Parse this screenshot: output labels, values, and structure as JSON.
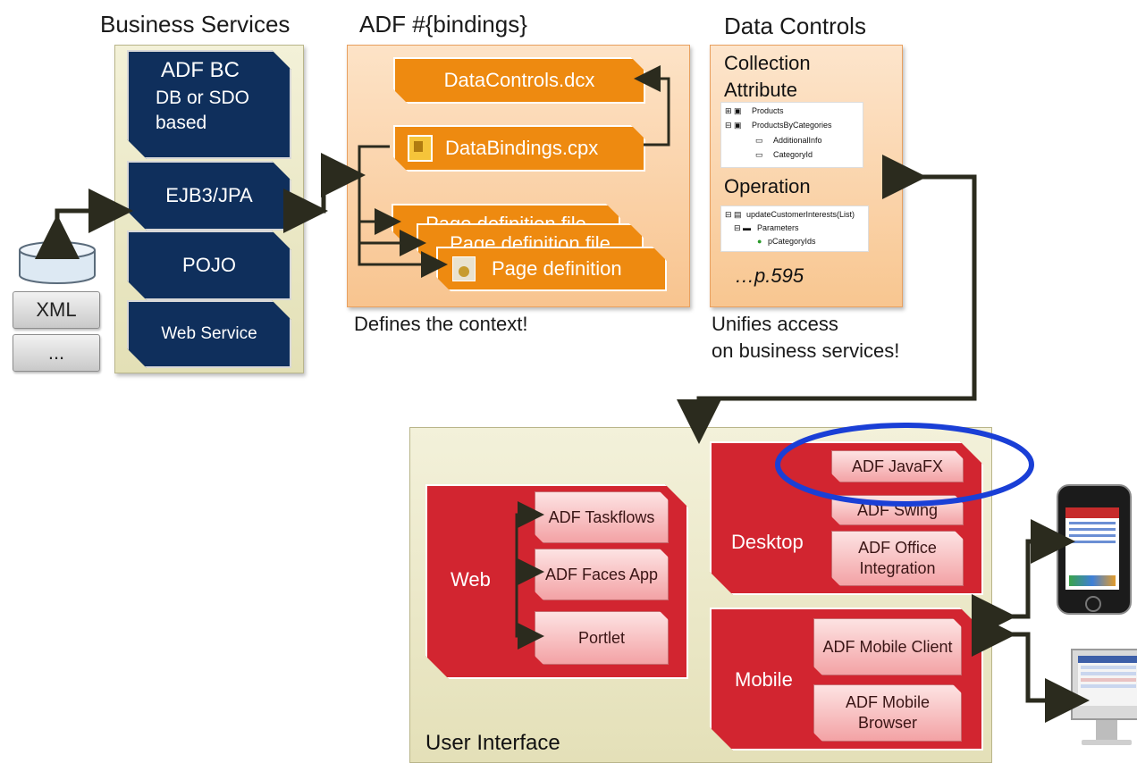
{
  "titles": {
    "business_services": "Business Services",
    "adf_bindings": "ADF #{bindings}",
    "data_controls": "Data Controls",
    "user_interface": "User Interface"
  },
  "business_services": {
    "adf_bc": [
      "ADF BC",
      "DB or SDO",
      "based"
    ],
    "items": [
      "EJB3/JPA",
      "POJO",
      "Web Service"
    ]
  },
  "sources": [
    "XML",
    "..."
  ],
  "bindings": {
    "files": [
      "DataControls.dcx",
      "DataBindings.cpx",
      "Page definition file",
      "Page definition file",
      "Page definition"
    ],
    "caption": "Defines the context!"
  },
  "data_controls": {
    "collection_label": "Collection",
    "attribute_label": "Attribute",
    "tree1": [
      "Products",
      "ProductsByCategories",
      "AdditionalInfo",
      "CategoryId"
    ],
    "operation_label": "Operation",
    "tree2": [
      "updateCustomerInterests(List)",
      "Parameters",
      "pCategoryIds"
    ],
    "page_ref": "…p.595",
    "caption": [
      "Unifies access",
      "on business services!"
    ]
  },
  "ui": {
    "web": {
      "label": "Web",
      "items": [
        "ADF Taskflows",
        "ADF Faces App",
        "Portlet"
      ]
    },
    "desktop": {
      "label": "Desktop",
      "items": [
        "ADF JavaFX",
        "ADF Swing",
        "ADF Office Integration"
      ]
    },
    "mobile": {
      "label": "Mobile",
      "items": [
        "ADF Mobile Client",
        "ADF Mobile Browser"
      ]
    }
  },
  "colors": {
    "navy": "#0f2f5c",
    "orange": "#ee8a10",
    "red": "#d22530",
    "highlight": "#1a3fd6",
    "arrow": "#2b2b1e"
  }
}
